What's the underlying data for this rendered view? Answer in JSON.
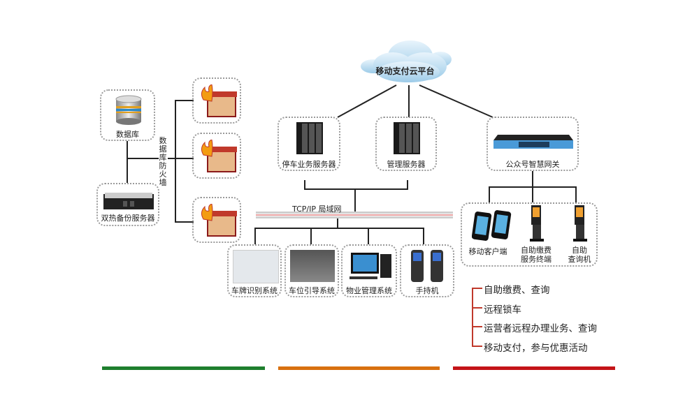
{
  "cloud": {
    "label": "移动支付云平台",
    "icon": "cloud-icon"
  },
  "database": {
    "label": "数据库",
    "icon": "database-icon"
  },
  "backup_server": {
    "label": "双热备份服务器",
    "icon": "rack-server-icon"
  },
  "firewall": {
    "label_vertical": [
      "数",
      "据",
      "库",
      "防",
      "火",
      "墙"
    ],
    "count": 3,
    "icon": "firewall-icon"
  },
  "servers": [
    {
      "label": "停车业务服务器",
      "icon": "server-tower-icon"
    },
    {
      "label": "管理服务器",
      "icon": "server-tower-icon"
    }
  ],
  "gateway": {
    "label": "公众号智慧网关",
    "icon": "network-gateway-icon"
  },
  "lan": {
    "label": "TCP/IP 局域网"
  },
  "subsystems": [
    {
      "label": "车牌识别系统",
      "icon": "plate-recognition-icon"
    },
    {
      "label": "车位引导系统",
      "icon": "parking-guidance-icon"
    },
    {
      "label": "物业管理系统",
      "icon": "desktop-computer-icon"
    },
    {
      "label": "手持机",
      "icon": "handheld-terminal-icon"
    }
  ],
  "terminals": [
    {
      "label": "移动客户端",
      "icon": "smartphone-icon"
    },
    {
      "label_lines": [
        "自助缴费",
        "服务终端"
      ],
      "icon": "kiosk-icon"
    },
    {
      "label_lines": [
        "自助",
        "查询机"
      ],
      "icon": "kiosk-icon"
    }
  ],
  "features": [
    "自助缴费、查询",
    "远程锁车",
    "运营者远程办理业务、查询",
    "移动支付，参与优惠活动"
  ],
  "colors": {
    "bar_green": "#1e7f2e",
    "bar_orange": "#d8700f",
    "bar_red": "#c41418",
    "feature_bracket": "#c0392b",
    "lan_red": "#e8a0a0",
    "lan_gray": "#cfcfcf"
  }
}
